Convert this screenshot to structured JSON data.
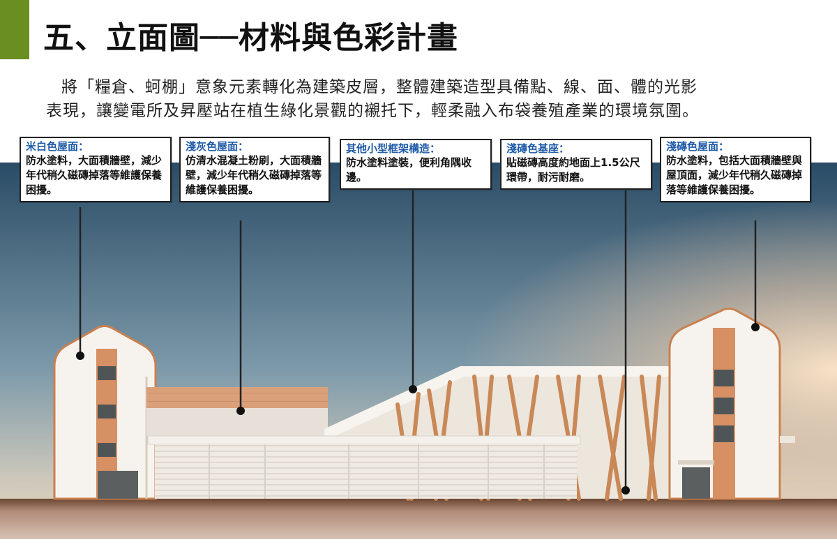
{
  "page": {
    "title": "五、立面圖──材料與色彩計畫",
    "intro_line1": "將「糧倉、蚵棚」意象元素轉化為建築皮層，整體建築造型具備點、線、面、體的光影",
    "intro_line2": "表現，讓變電所及昇壓站在植生綠化景觀的襯托下，輕柔融入布袋養殖產業的環境氛圍。",
    "accent_color": "#6b8e23",
    "callout_title_color": "#1e5aa8"
  },
  "callouts": [
    {
      "title": "米白色屋面：",
      "body": "防水塗料，大面積牆壁，減少年代稍久磁磚掉落等維護保養困擾。"
    },
    {
      "title": "淺灰色屋面：",
      "body": "仿清水混凝土粉刷，大面積牆壁，減少年代稍久磁磚掉落等維護保養困擾。"
    },
    {
      "title": "其他小型框架構造：",
      "body": "防水塗料塗裝，便利角隅收邊。"
    },
    {
      "title": "淺磚色基座：",
      "body": "貼磁磚高度約地面上1.5公尺環帶，耐污耐磨。"
    },
    {
      "title": "淺磚色屋面：",
      "body": "防水塗料，包括大面積牆壁與屋頂面，減少年代稍久磁磚掉落等維護保養困擾。"
    }
  ]
}
